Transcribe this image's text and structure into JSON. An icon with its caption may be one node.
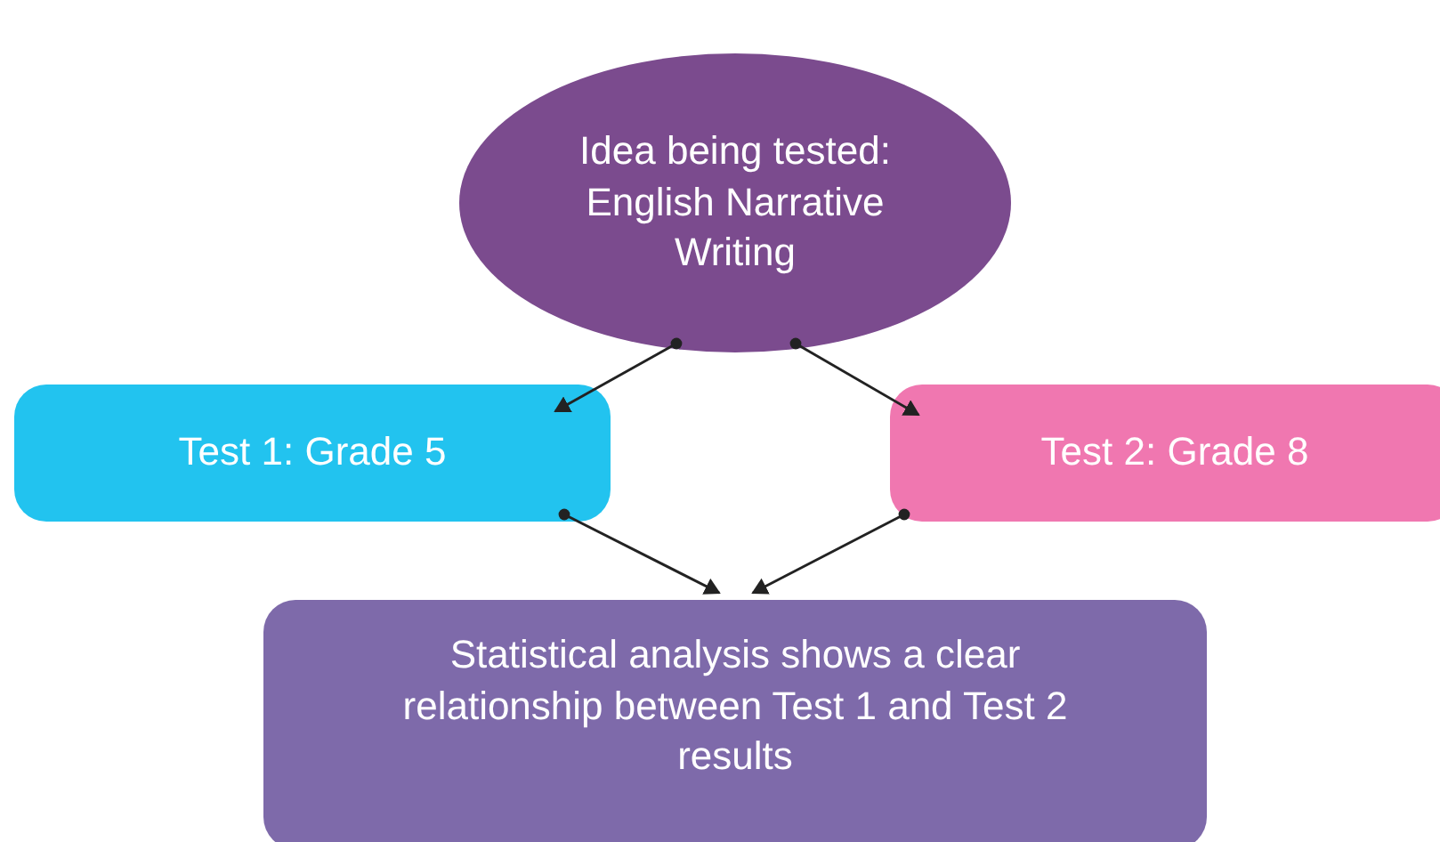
{
  "diagram": {
    "nodes": [
      {
        "text": [
          "Idea being tested: English Narrative Writing"
        ]
      },
      {
        "text": [
          "Test 1: Grade 5"
        ]
      },
      {
        "text": [
          "Test 2: Grade 8"
        ]
      },
      {
        "text": [
          "Statistical analysis shows a clear relationship between Test 1 and Test 2 results"
        ]
      }
    ],
    "edges": [
      {
        "from": 0,
        "to": 1,
        "arrow": "to"
      },
      {
        "from": 0,
        "to": 2,
        "arrow": "to"
      },
      {
        "from": 1,
        "to": 3,
        "arrow": "to"
      },
      {
        "from": 2,
        "to": 3,
        "arrow": "to"
      }
    ]
  }
}
